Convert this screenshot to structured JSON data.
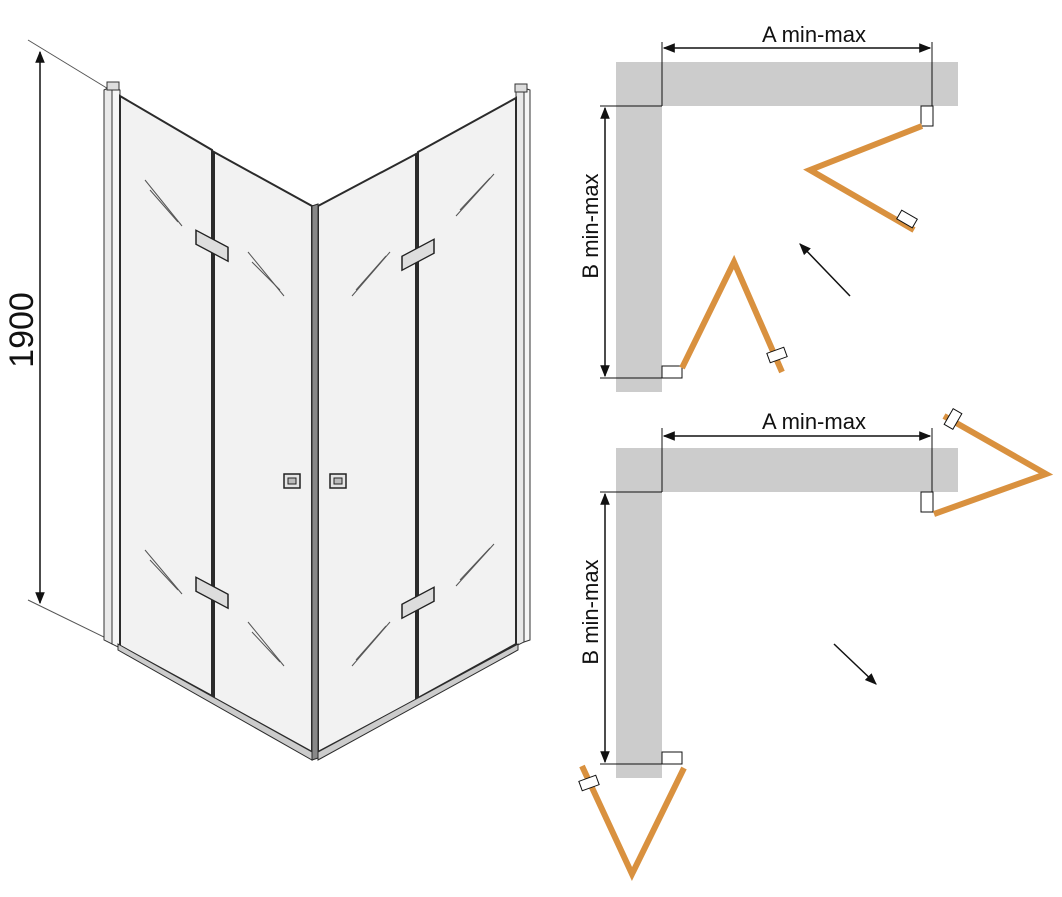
{
  "height_dimension": "1900",
  "plan_top": {
    "width_label": "A min-max",
    "depth_label": "B min-max",
    "door_direction": "inward"
  },
  "plan_bottom": {
    "width_label": "A min-max",
    "depth_label": "B min-max",
    "door_direction": "outward"
  },
  "colors": {
    "glass": "#f2f2f2",
    "frame": "#2b2b2b",
    "wall": "#cccccc",
    "door_leaf": "#d9913f",
    "ink": "#111111"
  }
}
